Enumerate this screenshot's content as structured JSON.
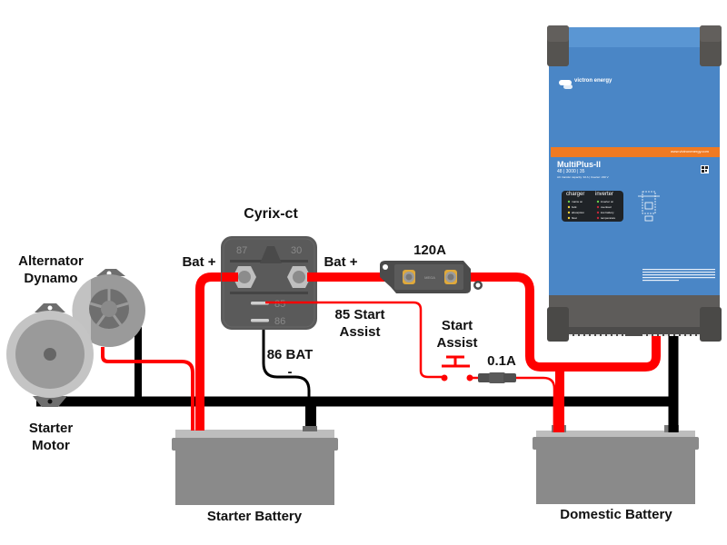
{
  "diagram": {
    "title": "Cyrix-ct battery combiner wiring with MultiPlus-II",
    "colors": {
      "positive_cable": "#ff0000",
      "negative_cable": "#000000",
      "battery_body": "#8a8a8a",
      "battery_lid": "#bdbdbd",
      "multiplus_blue": "#4a86c6",
      "multiplus_grey": "#5e5c5a",
      "multiplus_orange": "#f07a22",
      "relay_body": "#5a5a5a"
    },
    "labels": {
      "alternator_line1": "Alternator",
      "alternator_line2": "Dynamo",
      "starter_line1": "Starter",
      "starter_line2": "Motor",
      "cyrix_title": "Cyrix-ct",
      "bat_plus_left": "Bat +",
      "bat_plus_right": "Bat +",
      "fuse_main": "120A",
      "start_assist_85_line1": "85 Start",
      "start_assist_85_line2": "Assist",
      "bat_86_line1": "86 BAT",
      "bat_86_line2": "-",
      "start_assist_line1": "Start",
      "start_assist_line2": "Assist",
      "fuse_small": "0.1A",
      "starter_battery": "Starter Battery",
      "domestic_battery": "Domestic Battery"
    },
    "cyrix": {
      "terminal_87": "87",
      "terminal_30": "30",
      "terminal_85": "85",
      "terminal_86": "86"
    },
    "fuse": {
      "marking": "MEGA"
    },
    "multiplus": {
      "brand": "victron energy",
      "website": "www.victronenergy.com",
      "model": "MultiPlus-II",
      "spec": "48 | 3000 | 35",
      "subspec": "AC transfer capacity: 32 A | Inverter: 230 V",
      "charger_heading": "charger",
      "inverter_heading": "inverter",
      "charger_leds": [
        "mains on",
        "bulk",
        "absorption",
        "float"
      ],
      "inverter_leds": [
        "inverter on",
        "overload",
        "low battery",
        "temperature"
      ],
      "warning_text": "Before charging read the instructions. For indoor use only. Disconnect the supply before making or breaking the connections to the battery. WARNING: explosive gases, prevent flames and sparks, provide adequate ventilation during charging."
    }
  }
}
